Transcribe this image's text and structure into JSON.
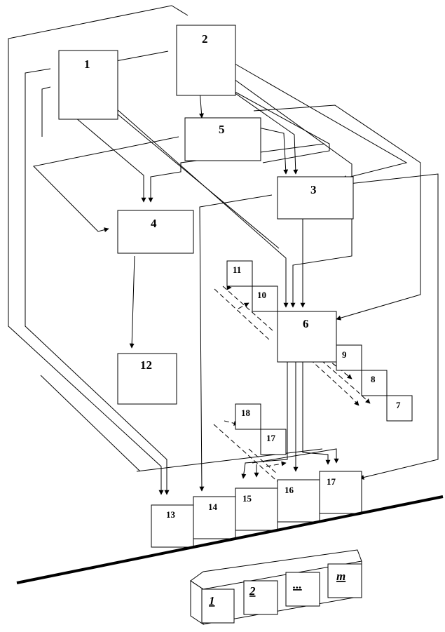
{
  "blocks": {
    "b1": "1",
    "b2": "2",
    "b3": "3",
    "b4": "4",
    "b5": "5",
    "b6": "6",
    "b7": "7",
    "b8": "8",
    "b9": "9",
    "b10": "10",
    "b11": "11",
    "b12": "12",
    "b13": "13",
    "b14": "14",
    "b15": "15",
    "b16": "16",
    "b17": "17",
    "b17b": "17",
    "b18": "18"
  },
  "sequence": {
    "items": [
      "1",
      "2",
      "...",
      "m"
    ]
  }
}
